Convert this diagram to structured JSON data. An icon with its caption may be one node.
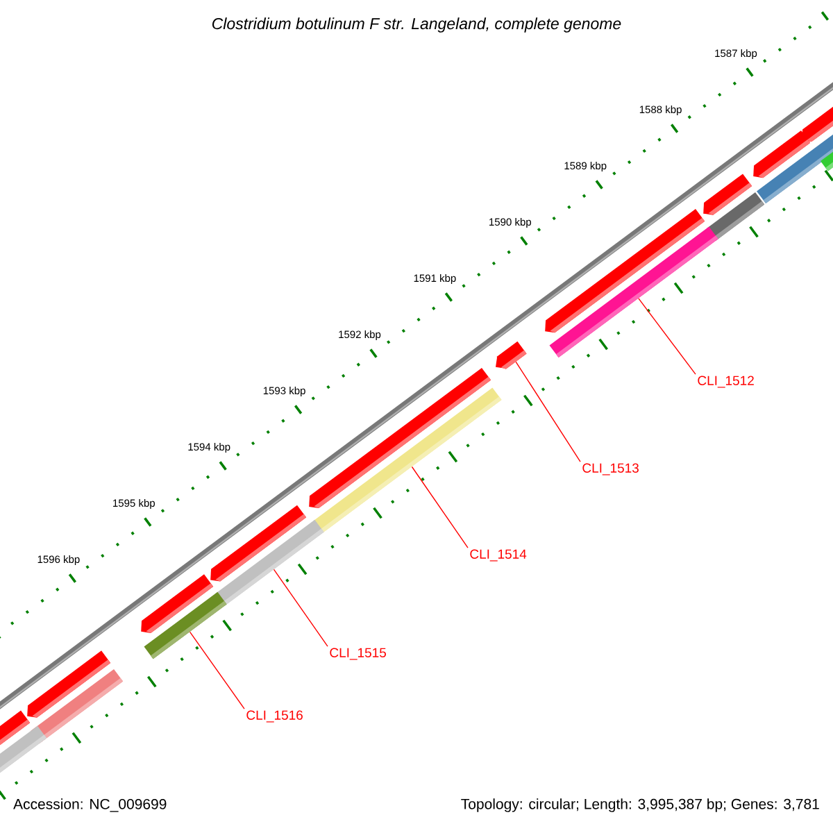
{
  "diagram": {
    "title": "Clostridium botulinum F str. Langeland, complete genome",
    "nodes": [
      {
        "text": [
          "CLI_1512"
        ]
      },
      {
        "text": [
          "CLI_1513"
        ]
      },
      {
        "text": [
          "CLI_1514"
        ]
      },
      {
        "text": [
          "CLI_1515"
        ]
      },
      {
        "text": [
          "CLI_1516"
        ]
      },
      {
        "text": [],
        "shape": "bar"
      },
      {
        "text": [],
        "shape": "arrow"
      },
      {
        "text": [],
        "shape": "bar"
      },
      {
        "text": [],
        "shape": "bar"
      },
      {
        "text": [],
        "shape": "bar"
      }
    ],
    "edges": [
      {
        "from": 0,
        "to": 5,
        "arrow": "none"
      },
      {
        "from": 1,
        "to": 6,
        "arrow": "none"
      },
      {
        "from": 2,
        "to": 7,
        "arrow": "none"
      },
      {
        "from": 3,
        "to": 8,
        "arrow": "none"
      },
      {
        "from": 4,
        "to": 9,
        "arrow": "none"
      }
    ],
    "labels": [
      "1587 kbp",
      "1588 kbp",
      "1589 kbp",
      "1590 kbp",
      "1591 kbp",
      "1592 kbp",
      "1593 kbp",
      "1594 kbp",
      "1595 kbp",
      "1596 kbp",
      "Accession: NC_009699",
      "Topology: circular; Length: 3,995,387 bp; Genes: 3,781"
    ]
  }
}
